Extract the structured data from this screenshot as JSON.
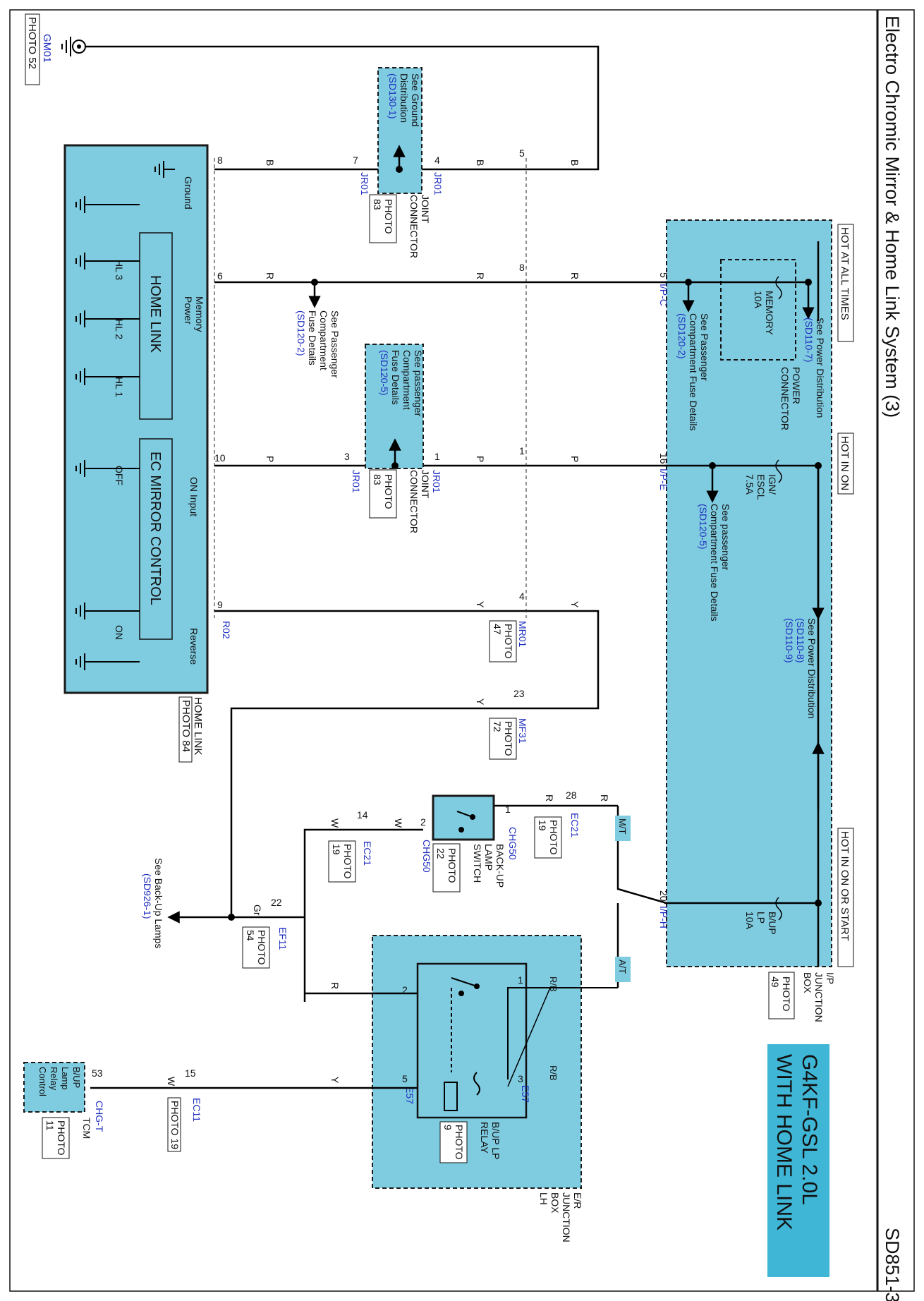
{
  "header": {
    "title": "Electro Chromic Mirror & Home Link System (3)",
    "code": "SD851-3",
    "variant_line1": "G4KF-GSL 2.0L",
    "variant_line2": "WITH HOME LINK"
  },
  "power_rails": {
    "hot_all_times": "HOT AT ALL TIMES",
    "hot_in_on": "HOT IN ON",
    "hot_in_on_or_start": "HOT IN ON OR START"
  },
  "ip_junction_box": {
    "label1": "I/P",
    "label2": "JUNCTION",
    "label3": "BOX",
    "photo": "PHOTO",
    "photo_num": "49",
    "see_power_dist_1": "See Power Distribution",
    "see_power_dist_1_ref": "(SD110-7)",
    "see_power_dist_2": "See Power Distribution",
    "see_power_dist_2_ref1": "(SD110-8)",
    "see_power_dist_2_ref2": "(SD110-9)",
    "power_connector_1": "POWER",
    "power_connector_2": "CONNECTOR",
    "memory_fuse_1": "MEMORY",
    "memory_fuse_2": "10A",
    "ign_fuse_1": "IGN/",
    "ign_fuse_2": "ESCL",
    "ign_fuse_3": "7.5A",
    "bup_fuse_1": "B/UP",
    "bup_fuse_2": "LP",
    "bup_fuse_3": "10A",
    "fuse_details_1a": "See Passenger",
    "fuse_details_1b": "Compartment Fuse Details",
    "fuse_details_1c": "(SD120-2)",
    "fuse_details_2a": "See passenger",
    "fuse_details_2b": "Compartment Fuse Details",
    "fuse_details_2c": "(SD120-5)",
    "conn_ipc_pin": "5",
    "conn_ipc": "I/P-C",
    "conn_ipe_pin": "16",
    "conn_ipe": "I/P-E",
    "conn_iph_pin": "20",
    "conn_iph": "I/P-H"
  },
  "ground": {
    "gm01": "GM01",
    "photo": "PHOTO 52"
  },
  "joint_connector_top": {
    "see1": "See Ground",
    "see2": "Distribution",
    "see3": "(SD130-1)",
    "jr01_left": "JR01",
    "jr01_right": "JR01",
    "pin_left": "7",
    "pin_right": "4",
    "label1": "JOINT",
    "label2": "CONNECTOR",
    "photo": "PHOTO",
    "photo_num": "83"
  },
  "joint_connector_mid": {
    "see1": "See passenger",
    "see2": "Compartment",
    "see3": "Fuse Details",
    "see4": "(SD120-5)",
    "jr01_left": "JR01",
    "jr01_right": "JR01",
    "pin_left": "3",
    "pin_right": "1",
    "label1": "JOINT",
    "label2": "CONNECTOR",
    "photo": "PHOTO",
    "photo_num": "83"
  },
  "memory_power_branch": {
    "line1": "See Passenger",
    "line2": "Compartment",
    "line3": "Fuse Details",
    "line4": "(SD120-2)"
  },
  "mr01": {
    "name": "MR01",
    "photo": "PHOTO",
    "photo_num": "47",
    "pin_b": "5",
    "pin_r": "8",
    "pin_p": "1",
    "pin_y": "4"
  },
  "mf31": {
    "name": "MF31",
    "pin": "23",
    "photo": "PHOTO",
    "photo_num": "72"
  },
  "wires": {
    "b": "B",
    "r": "R",
    "p": "P",
    "y": "Y",
    "w": "W",
    "gr": "Gr",
    "rb": "R/B"
  },
  "home_link_module": {
    "title": "HOME  LINK",
    "ec_title": "EC  MIRROR CONTROL",
    "ground": "Ground",
    "memory_power_1": "Memory",
    "memory_power_2": "Power",
    "on_input": "ON Input",
    "reverse": "Reverse",
    "hl3": "HL 3",
    "hl2": "HL 2",
    "hl1": "HL 1",
    "off": "OFF",
    "on": "ON",
    "pin_ground": "8",
    "pin_memory": "6",
    "pin_on": "10",
    "pin_reverse": "9",
    "conn": "R02",
    "label1": "HOME LINK",
    "photo": "PHOTO 84"
  },
  "backup_switch": {
    "chg50_top": "CHG50",
    "chg50_bottom": "CHG50",
    "pin1": "1",
    "pin2": "2",
    "label1": "BACK-UP",
    "label2": "LAMP",
    "label3": "SWITCH",
    "photo": "PHOTO",
    "photo_num": "22",
    "mt": "M/T",
    "at": "A/T"
  },
  "ec21_top": {
    "name": "EC21",
    "pin": "28",
    "photo": "PHOTO",
    "photo_num": "19"
  },
  "ec21_bottom": {
    "name": "EC21",
    "pin": "14",
    "photo": "PHOTO",
    "photo_num": "19"
  },
  "ef11": {
    "name": "EF11",
    "pin": "22",
    "photo": "PHOTO",
    "photo_num": "54",
    "see1": "See Back-Up Lamps",
    "see2": "(SD926-1)"
  },
  "er_junction_box": {
    "label1": "E/R",
    "label2": "JUNCTION",
    "label3": "BOX",
    "label4": "LH",
    "relay1": "B/UP LP",
    "relay2": "RELAY",
    "photo": "PHOTO",
    "photo_num": "9",
    "e57_top": "E57",
    "e57_bottom": "E57",
    "pin1": "1",
    "pin2": "2",
    "pin3": "3",
    "pin5": "5"
  },
  "ec11": {
    "name": "EC11",
    "pin": "15",
    "photo": "PHOTO 19"
  },
  "tcm": {
    "l1": "B/UP",
    "l2": "Lamp",
    "l3": "Relay",
    "l4": "Control",
    "pin": "53",
    "conn": "CHG-T",
    "name": "TCM",
    "photo": "PHOTO",
    "photo_num": "11"
  },
  "colors": {
    "box_fill": "#7fcbe0",
    "variant_fill": "#40b6d6",
    "connector_text": "#1f2fbf"
  }
}
